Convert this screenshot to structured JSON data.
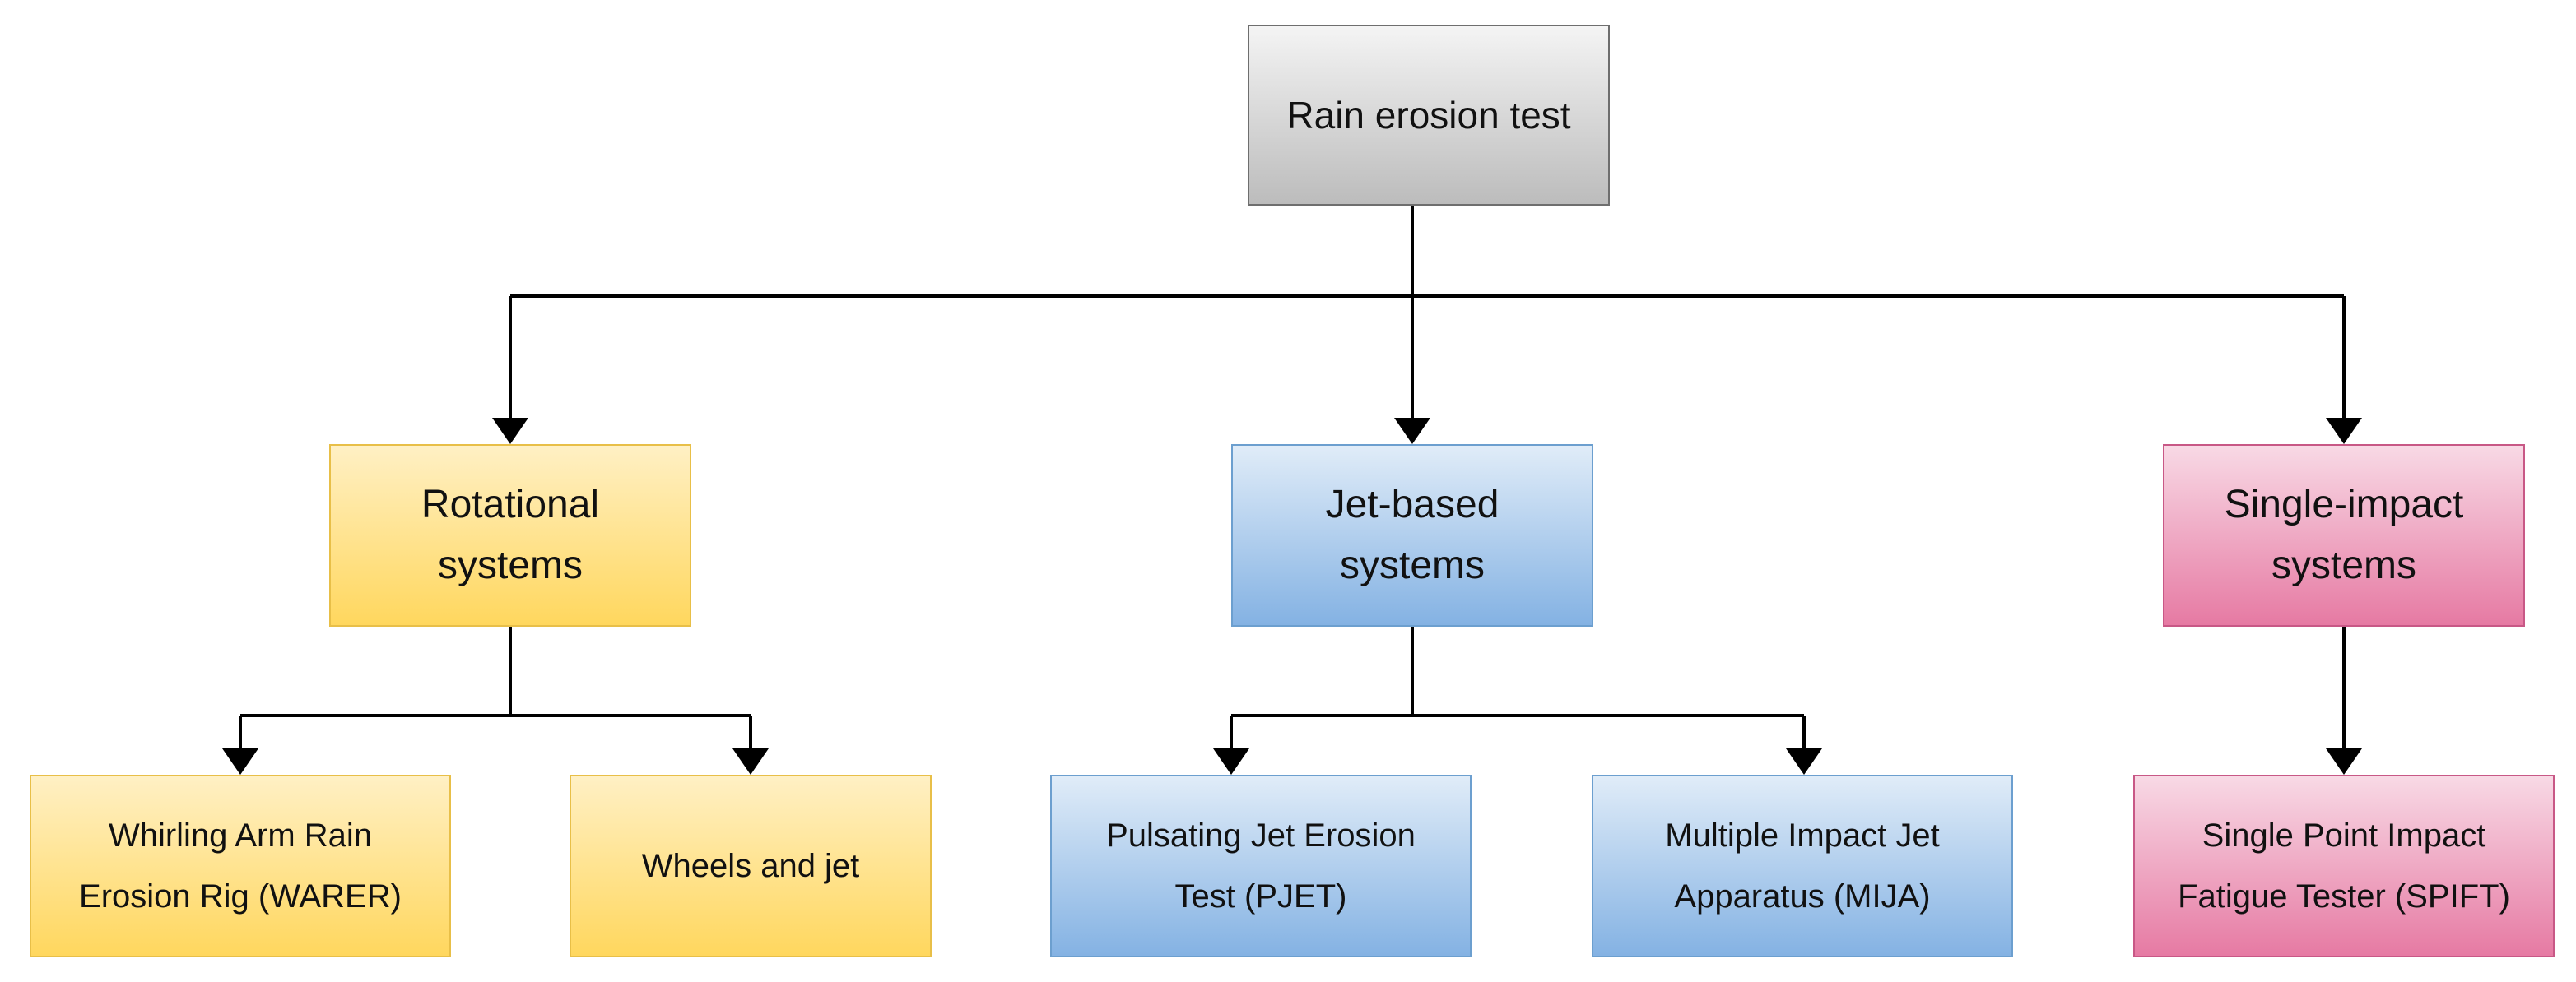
{
  "diagram": {
    "root": {
      "label": "Rain erosion test"
    },
    "categories": [
      {
        "label": "Rotational systems",
        "color": "#ffd75e",
        "children": [
          {
            "label": "Whirling Arm Rain Erosion Rig (WARER)"
          },
          {
            "label": "Wheels and jet"
          }
        ]
      },
      {
        "label": "Jet-based systems",
        "color": "#84b2e3",
        "children": [
          {
            "label": "Pulsating Jet Erosion Test (PJET)"
          },
          {
            "label": "Multiple Impact Jet Apparatus (MIJA)"
          }
        ]
      },
      {
        "label": "Single-impact systems",
        "color": "#e67aa3",
        "children": [
          {
            "label": "Single Point Impact Fatigue Tester (SPIFT)"
          }
        ]
      }
    ],
    "edge_color": "#000000"
  }
}
